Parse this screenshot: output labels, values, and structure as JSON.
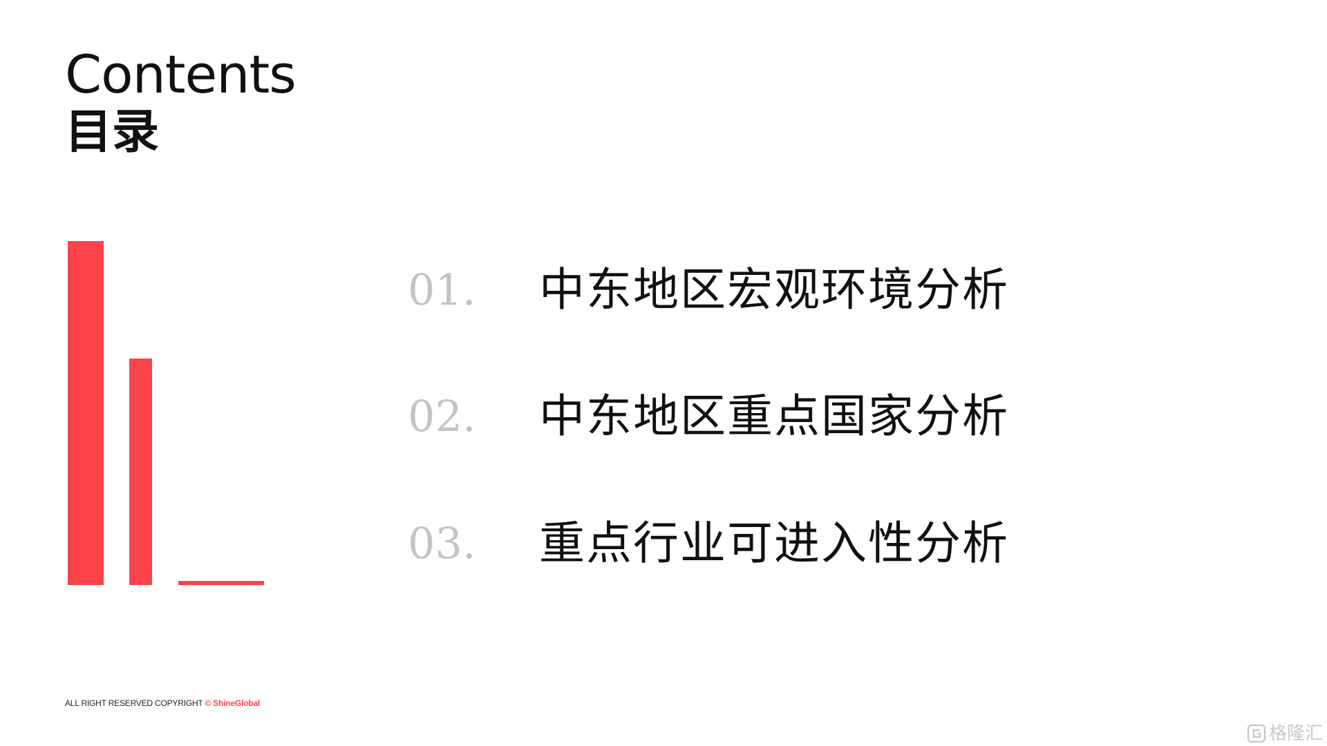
{
  "header": {
    "title_en": "Contents",
    "title_zh": "目录"
  },
  "toc": [
    {
      "number": "01.",
      "label": "中东地区宏观环境分析"
    },
    {
      "number": "02.",
      "label": "中东地区重点国家分析"
    },
    {
      "number": "03.",
      "label": "重点行业可进入性分析"
    }
  ],
  "footer": {
    "copyright": "ALL RIGHT RESERVED COPYRIGHT",
    "brand": "© ShineGlobal"
  },
  "watermark": {
    "text": "格隆汇",
    "icon": "gelonghui-logo-icon"
  },
  "colors": {
    "accent": "#ff434b",
    "number_gray": "#c4c4c4",
    "text": "#111111"
  }
}
